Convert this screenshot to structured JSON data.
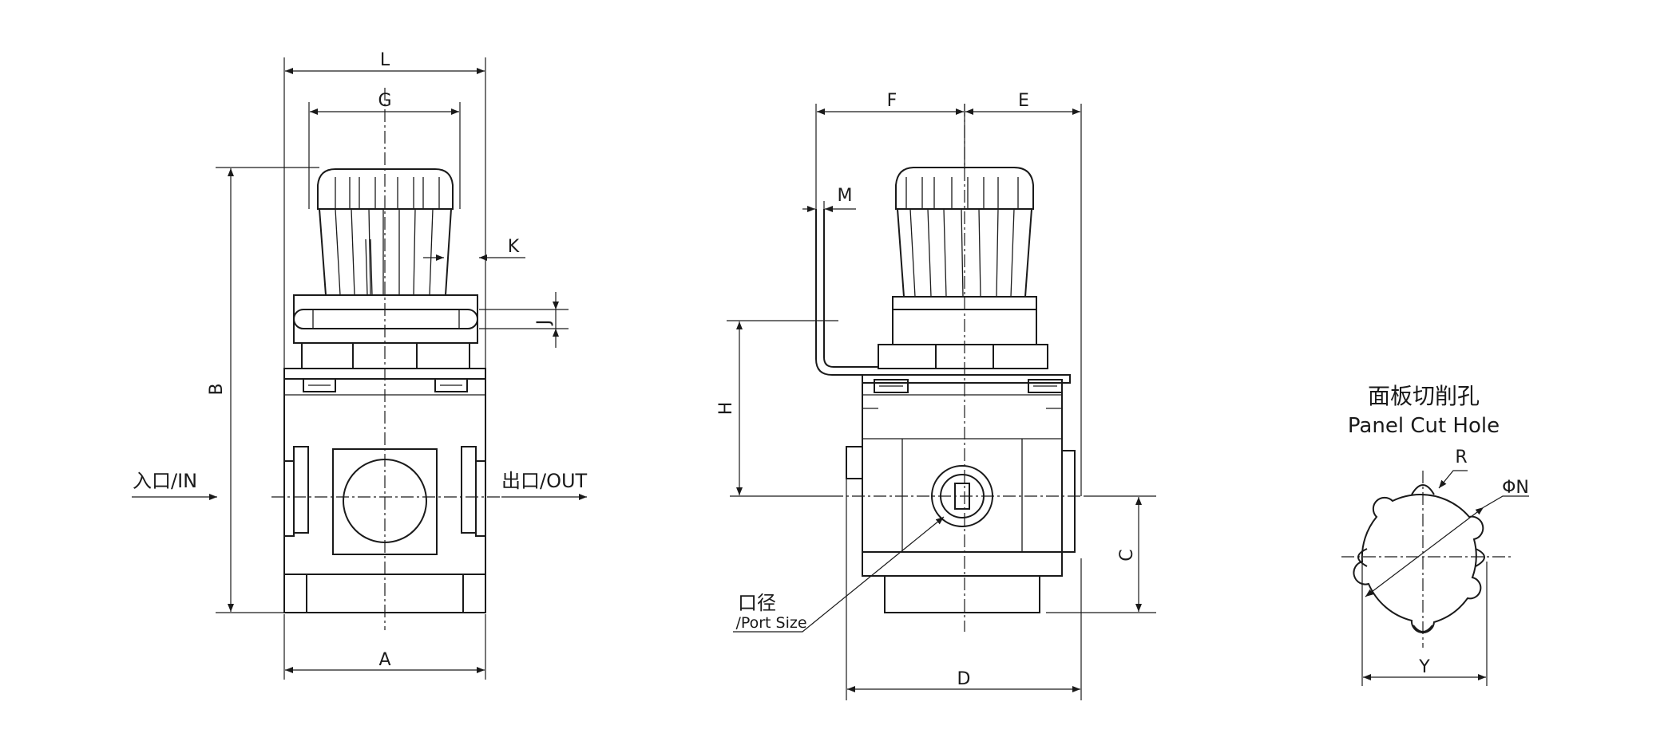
{
  "dimensions": {
    "L": "L",
    "G": "G",
    "K": "K",
    "J": "J",
    "B": "B",
    "A": "A",
    "F": "F",
    "E": "E",
    "M": "M",
    "H": "H",
    "C": "C",
    "D": "D",
    "R": "R",
    "PhiN": "ΦN",
    "Y": "Y"
  },
  "labels": {
    "inlet": "入口/IN",
    "outlet": "出口/OUT",
    "port_cn": "口径",
    "port_en": "/Port Size",
    "panel_cn": "面板切削孔",
    "panel_en": "Panel Cut Hole"
  }
}
